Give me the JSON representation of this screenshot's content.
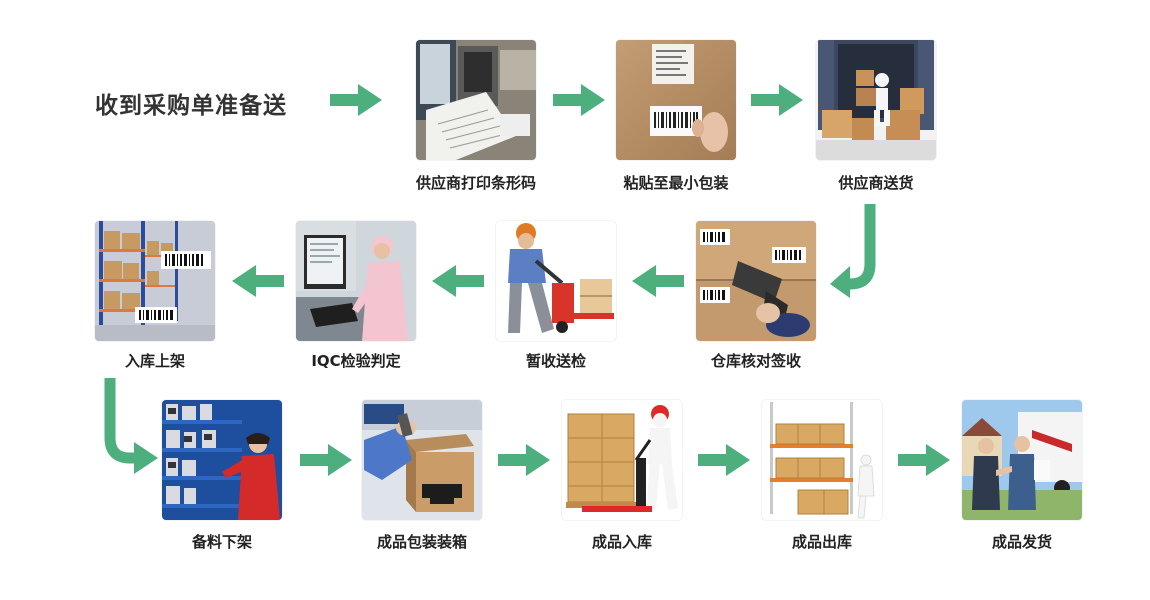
{
  "title": "收到采购单准备送",
  "accent_color": "#4caf7d",
  "steps": [
    {
      "label": "供应商打印条形码",
      "icon": "barcode-printer-icon"
    },
    {
      "label": "粘贴至最小包装",
      "icon": "barcode-label-icon"
    },
    {
      "label": "供应商送货",
      "icon": "delivery-truck-icon"
    },
    {
      "label": "仓库核对签收",
      "icon": "barcode-scanner-icon"
    },
    {
      "label": "暂收送检",
      "icon": "pallet-jack-icon"
    },
    {
      "label": "IQC检验判定",
      "icon": "inspection-computer-icon"
    },
    {
      "label": "入库上架",
      "icon": "warehouse-shelf-icon"
    },
    {
      "label": "备料下架",
      "icon": "picking-shelf-icon"
    },
    {
      "label": "成品包装装箱",
      "icon": "packing-box-icon"
    },
    {
      "label": "成品入库",
      "icon": "pallet-boxes-icon"
    },
    {
      "label": "成品出库",
      "icon": "rack-boxes-icon"
    },
    {
      "label": "成品发货",
      "icon": "shipping-handover-icon"
    }
  ]
}
